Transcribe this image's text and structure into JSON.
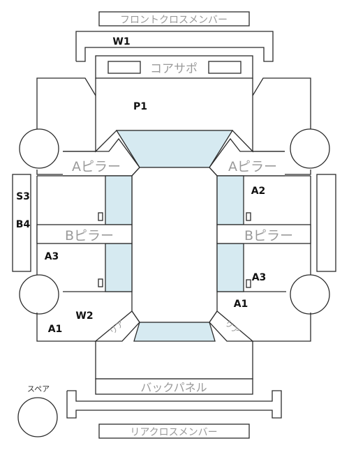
{
  "labels": {
    "front_cross_member": "フロントクロスメンバー",
    "core_support": "コアサポ",
    "a_pillar_left": "Aピラー",
    "a_pillar_right": "Aピラー",
    "b_pillar_left": "Bピラー",
    "b_pillar_right": "Bピラー",
    "back_panel": "バックパネル",
    "rear_cross_member": "リアクロスメンバー",
    "spare": "スペア",
    "rear_left": "リア",
    "rear_right": "リア"
  },
  "codes": {
    "w1": "W1",
    "p1": "P1",
    "s3": "S3",
    "b4": "B4",
    "a2": "A2",
    "a3_left": "A3",
    "a3_right": "A3",
    "a1_left": "A1",
    "a1_right": "A1",
    "w2": "W2"
  },
  "colors": {
    "glass": "#d6eaf1",
    "line": "#2b2b2b",
    "gray_text": "#9a9a9a"
  }
}
